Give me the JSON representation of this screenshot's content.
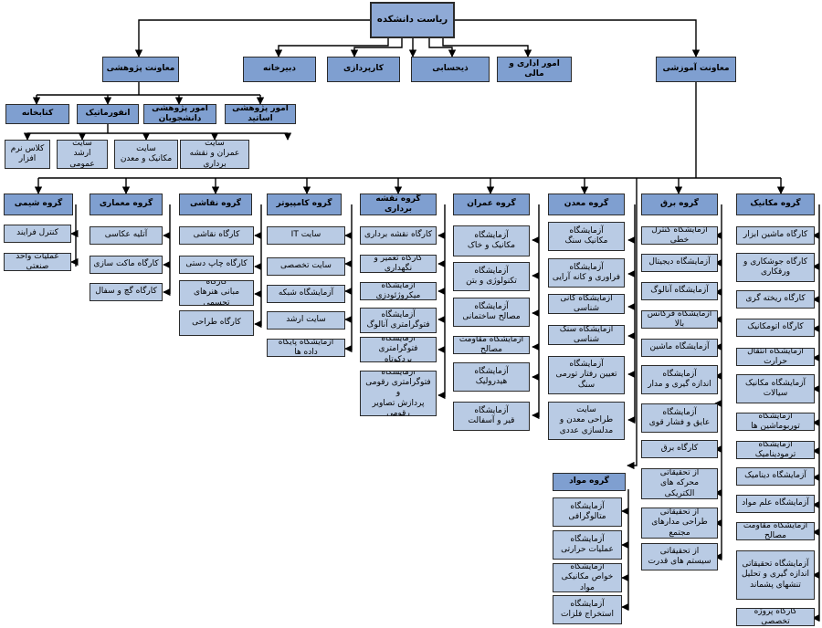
{
  "root": "ریاست دانشکده",
  "level1": {
    "research": "معاونت پژوهشی",
    "secretariat": "دبیرخانه",
    "staffing": "کارپردازی",
    "accounting": "ذیحسابی",
    "admin_finance": "امور اداری و مالی",
    "education": "معاونت آموزشی"
  },
  "research_units": {
    "library": "کتابخانه",
    "informatics": "انفورماتیک",
    "student_research": "امور پژوهشی دانشجویان",
    "faculty_research": "امور پژوهشی اساتید"
  },
  "informatics_sites": {
    "software_class": "کلاس نرم افزار",
    "grad_site": "سایت\nارشد عمومی",
    "mech_mining_site": "سایت\nمکانیک و معدن",
    "civil_survey_site": "سایت\nعمران و نقشه برداری"
  },
  "groups": {
    "chemistry": {
      "title": "گروه شیمی",
      "items": [
        "کنترل فرایند",
        "عملیات واحد صنعتی"
      ]
    },
    "architecture": {
      "title": "گروه معماری",
      "items": [
        "آتلیه عکاسی",
        "کارگاه ماکت سازی",
        "کارگاه گچ و سفال"
      ]
    },
    "painting": {
      "title": "گروه نقاشی",
      "items": [
        "کارگاه نقاشی",
        "کارگاه چاپ دستی",
        "کارگاه\nمبانی هنرهای تجسمی",
        "کارگاه طراحی"
      ]
    },
    "computer": {
      "title": "گروه کامپیوتر",
      "items": [
        "سایت IT",
        "سایت تخصصی",
        "آزمایشگاه شبکه",
        "سایت ارشد",
        "آزمایشگاه پایگاه داده ها"
      ]
    },
    "surveying": {
      "title": "گروه نقشه برداری",
      "items": [
        "کارگاه نقشه برداری",
        "کارگاه تعمیر و نگهداری",
        "آزمایشگاه میکروژئودزی",
        "آزمایشگاه\nفتوگرامتری آنالوگ",
        "آزمایشگاه\nفتوگرامتری بردکوتاه",
        "آزمایشگاه\nفتوگرامتری رقومی و\nپردازش تصاویر رقومی"
      ]
    },
    "civil": {
      "title": "گروه عمران",
      "items": [
        "آزمایشگاه\nمکانیک و خاک",
        "آزمایشگاه\nتکنولوژی و بتن",
        "آزمایشگاه\nمصالح ساختمانی",
        "آزمایشگاه مقاومت مصالح",
        "آزمایشگاه\nهیدرولیک",
        "آزمایشگاه\nقیر و آسفالت"
      ]
    },
    "mining": {
      "title": "گروه معدن",
      "items": [
        "آزمایشگاه\nمکانیک سنگ",
        "آزمایشگاه\nفراوری و کانه آرایی",
        "آزمایشگاه کانی شناسی",
        "آزمایشگاه سنگ شناسی",
        "آزمایشگاه\nتعیین رفتار تورمی\nسنگ",
        "سایت\nطراحی معدن و\nمدلسازی عددی"
      ]
    },
    "materials": {
      "title": "گروه مواد",
      "items": [
        "آزمایشگاه\nمتالوگرافی",
        "آزمایشگاه\nعملیات حرارتی",
        "آزمایشگاه\nخواص مکانیکی مواد",
        "آزمایشگاه\nاستخراج فلزات"
      ]
    },
    "electrical": {
      "title": "گروه برق",
      "items": [
        "آزمایشگاه کنترل خطی",
        "آزمایشگاه دیجیتال",
        "آزمایشگاه آنالوگ",
        "آزمایشگاه فرکانس بالا",
        "آزمایشگاه ماشین",
        "آزمایشگاه\nاندازه گیری و مدار",
        "آزمایشگاه\nعایق و فشار قوی",
        "کارگاه برق",
        "از تحقیقاتی\nمحرکه های الکتریکی",
        "از تحقیقاتی\nطراحی مدارهای مجتمع",
        "از تحقیقاتی\nسیستم های قدرت"
      ]
    },
    "mechanical": {
      "title": "گروه مکانیک",
      "items": [
        "کارگاه ماشین ابزار",
        "کارگاه جوشکاری و\nورقکاری",
        "کارگاه ریخته گری",
        "کارگاه اتومکانیک",
        "آزمایشگاه انتقال حرارت",
        "آزمایشگاه مکانیک\nسیالات",
        "آزمایشگاه توربوماشین ها",
        "آزمایشگاه ترمودینامیک",
        "آزمایشگاه دینامیک",
        "آزمایشگاه علم مواد",
        "آزمایشگاه مقاومت مصالح",
        "آزمایشگاه تحقیقاتی\nاندازه گیری و تحلیل\nتنشهای پشماند",
        "کارگاه پروژه تخصصی"
      ]
    }
  }
}
